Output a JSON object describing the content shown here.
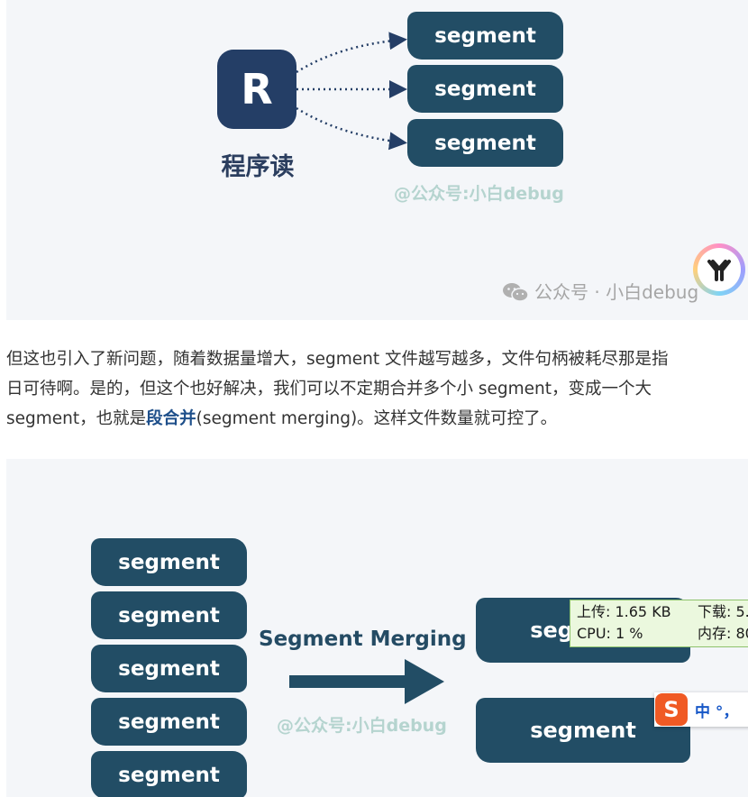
{
  "figure1": {
    "r_letter": "R",
    "r_caption": "程序读",
    "segments": [
      "segment",
      "segment",
      "segment"
    ],
    "watermark": "@公众号:小白debug",
    "wechat_watermark": "公众号 · 小白debug"
  },
  "paragraph": {
    "line1": "但这也引入了新问题，随着数据量增大，segment 文件越写越多，文件句柄被耗尽那是指",
    "line2": "日可待啊。是的，但这个也好解决，我们可以不定期合并多个小 segment，变成一个大",
    "line3_pre": "segment，也就是",
    "line3_bold": "段合并",
    "line3_post": "(segment merging)。这样文件数量就可控了。"
  },
  "figure2": {
    "left_segments": [
      "segment",
      "segment",
      "segment",
      "segment",
      "segment"
    ],
    "arrow_label": "Segment Merging",
    "watermark": "@公众号:小白debug",
    "right_segments": [
      "segment",
      "segment"
    ]
  },
  "net_monitor": {
    "upload": "上传: 1.65 KB",
    "download": "下载: 5.",
    "cpu": "CPU: 1 %",
    "memory": "内存: 80"
  },
  "ime": {
    "logo": "S",
    "text": "中 °，"
  },
  "colors": {
    "segment_fill": "#224d65",
    "r_fill": "#243e66",
    "figure_bg": "#f4f6f9",
    "bold_link": "#1e4f8a"
  }
}
